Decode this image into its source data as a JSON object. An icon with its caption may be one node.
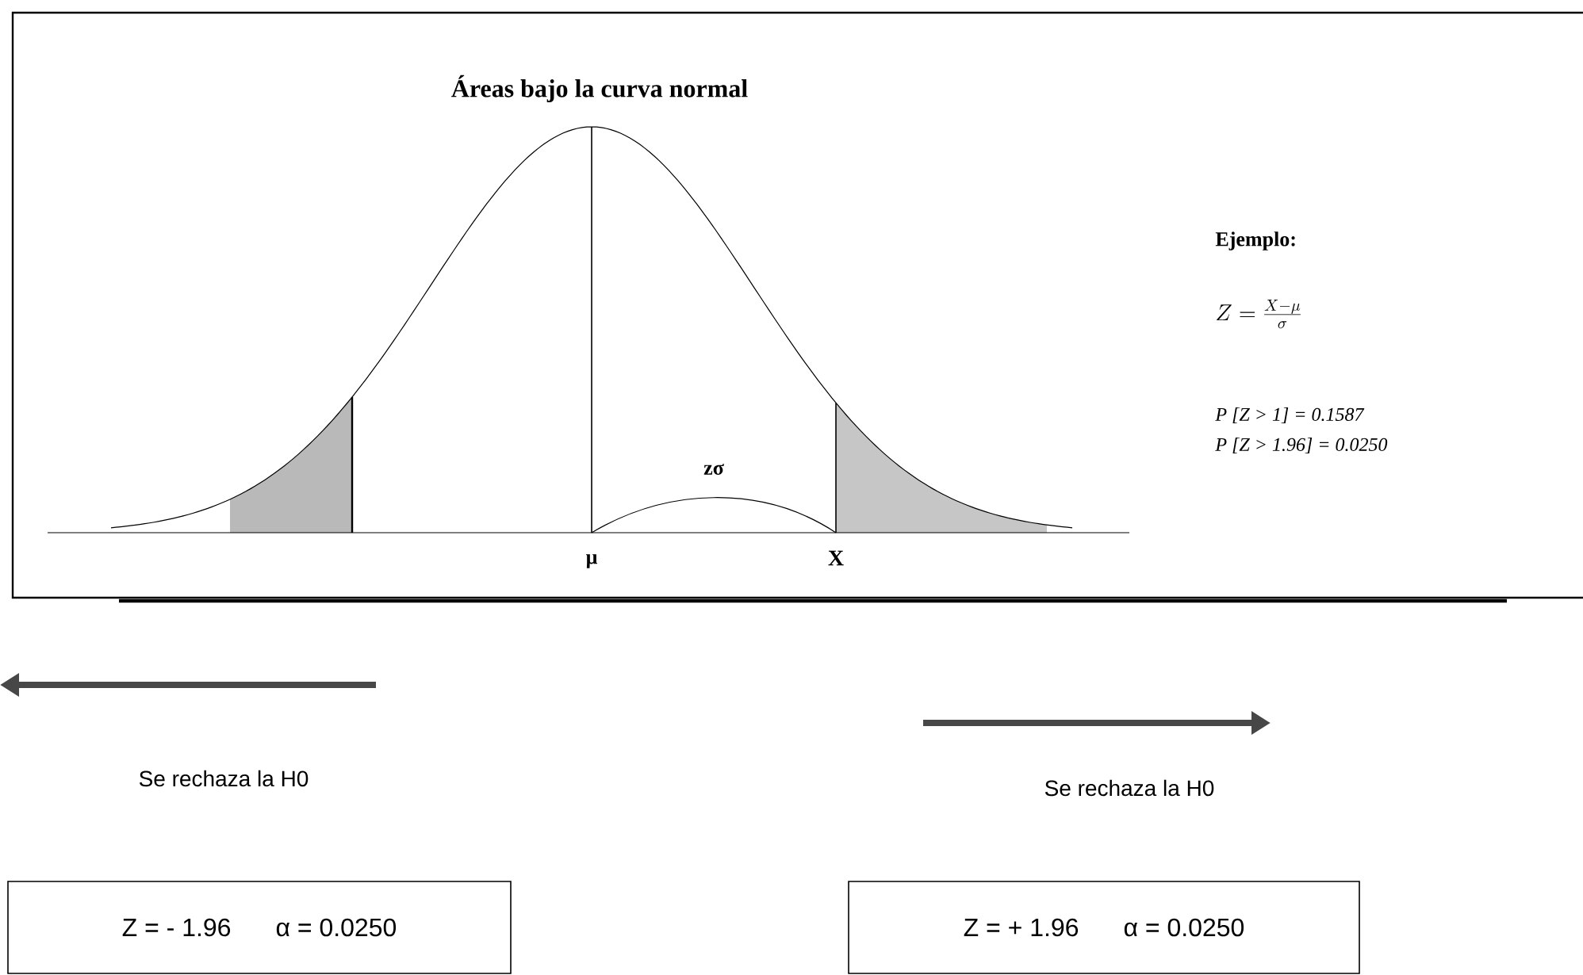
{
  "diagram": {
    "title": "Áreas bajo la curva normal",
    "nodes": [
      {
        "text": [
          "Z = - 1.96",
          "α = 0.0250"
        ]
      },
      {
        "text": [
          "Z = + 1.96",
          "α = 0.0250"
        ]
      }
    ],
    "labels": [
      "Ejemplo:",
      "Z = \\frac{X - \\mu}{\\sigma}",
      "P [Z > 1] = 0.1587",
      "P [Z > 1.96] = 0.0250",
      "zσ",
      "μ",
      "X",
      "Se rechaza la H0",
      "Se rechaza la H0"
    ]
  }
}
